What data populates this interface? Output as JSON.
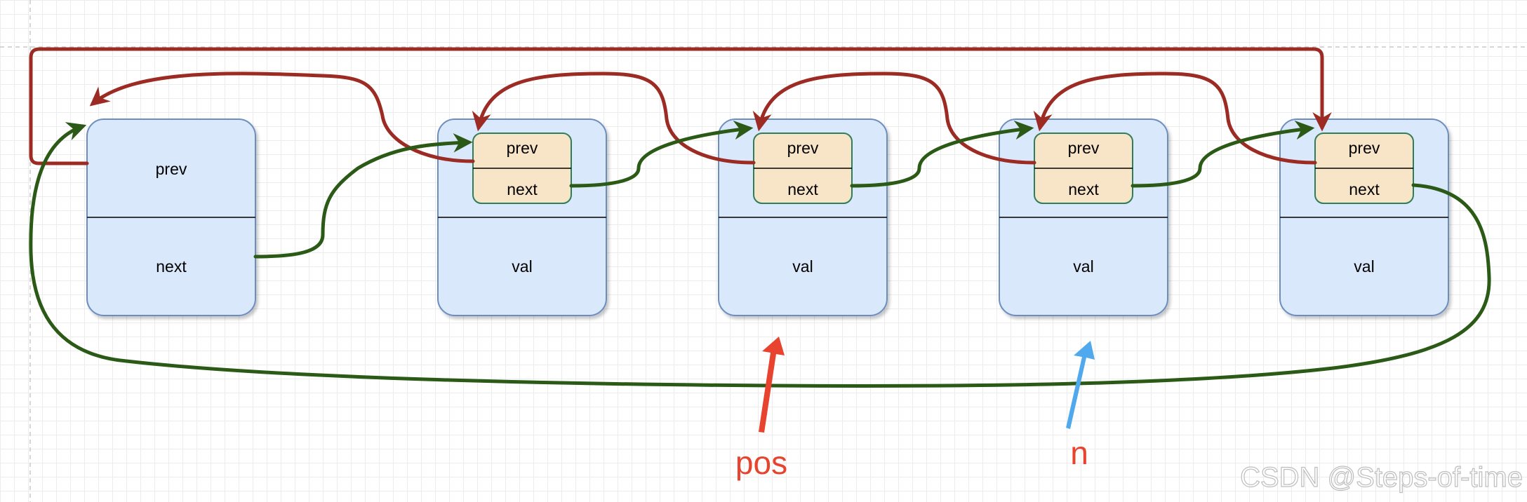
{
  "head": {
    "prev": "prev",
    "next": "next"
  },
  "nodes": [
    {
      "prev": "prev",
      "next": "next",
      "val": "val"
    },
    {
      "prev": "prev",
      "next": "next",
      "val": "val"
    },
    {
      "prev": "prev",
      "next": "next",
      "val": "val"
    },
    {
      "prev": "prev",
      "next": "next",
      "val": "val"
    }
  ],
  "pointers": {
    "pos": {
      "label": "pos",
      "color": "#e8432e"
    },
    "n": {
      "label": "n",
      "color": "#e8432e",
      "arrow_color": "#4fa9ec"
    }
  },
  "link_colors": {
    "prev": "#9b2b23",
    "next": "#2a5a16"
  },
  "watermark": "CSDN @Steps-of-time"
}
